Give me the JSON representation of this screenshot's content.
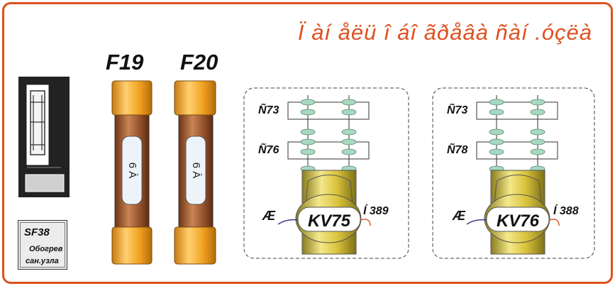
{
  "title": "Ï àí åëü  î áî ãðåâà ñàí .óçëà",
  "fuses": [
    {
      "id": "F19",
      "rating": "6 À"
    },
    {
      "id": "F20",
      "rating": "6 À"
    }
  ],
  "breaker": {
    "label": "SF38",
    "line1": "Обогрев",
    "line2": "сан.узла"
  },
  "relays": [
    {
      "contact1": "Ñ73",
      "contact2": "Ñ76",
      "coil_label": "KV75",
      "left_wire": "Æ",
      "right_wire": "Í 389"
    },
    {
      "contact1": "Ñ73",
      "contact2": "Ñ78",
      "coil_label": "KV76",
      "left_wire": "Æ",
      "right_wire": "Í 388"
    }
  ],
  "colors": {
    "frame": "#e0501e",
    "fuse_cap": "#f0a020",
    "fuse_body": "#a0522d",
    "relay_coil": "#d9c23a",
    "contact": "#a8d8c0"
  }
}
